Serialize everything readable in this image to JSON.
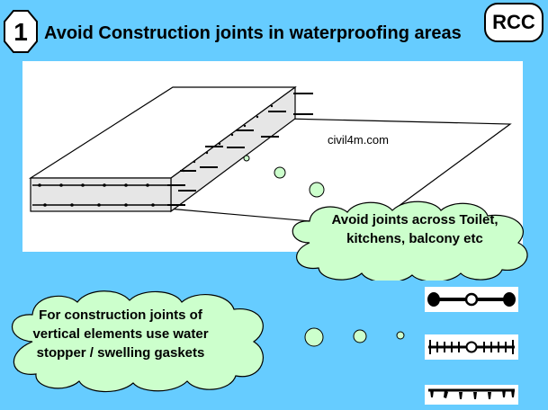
{
  "slide": {
    "number": "1",
    "title": "Avoid Construction joints in waterproofing areas",
    "tag": "RCC"
  },
  "diagram": {
    "watermark": "civil4m.com"
  },
  "callouts": {
    "joints_across": "Avoid joints across Toilet, kitchens, balcony etc",
    "vertical_elements": "For construction joints of vertical elements use water stopper / swelling gaskets"
  },
  "colors": {
    "background": "#66ccff",
    "cloud_fill": "#ccffcc",
    "bubble_fill": "#ccffcc",
    "panel": "#ffffff"
  },
  "icons": [
    "octagon-badge",
    "rcc-rounded-badge",
    "water-stopper-icon",
    "gasket-icon"
  ]
}
